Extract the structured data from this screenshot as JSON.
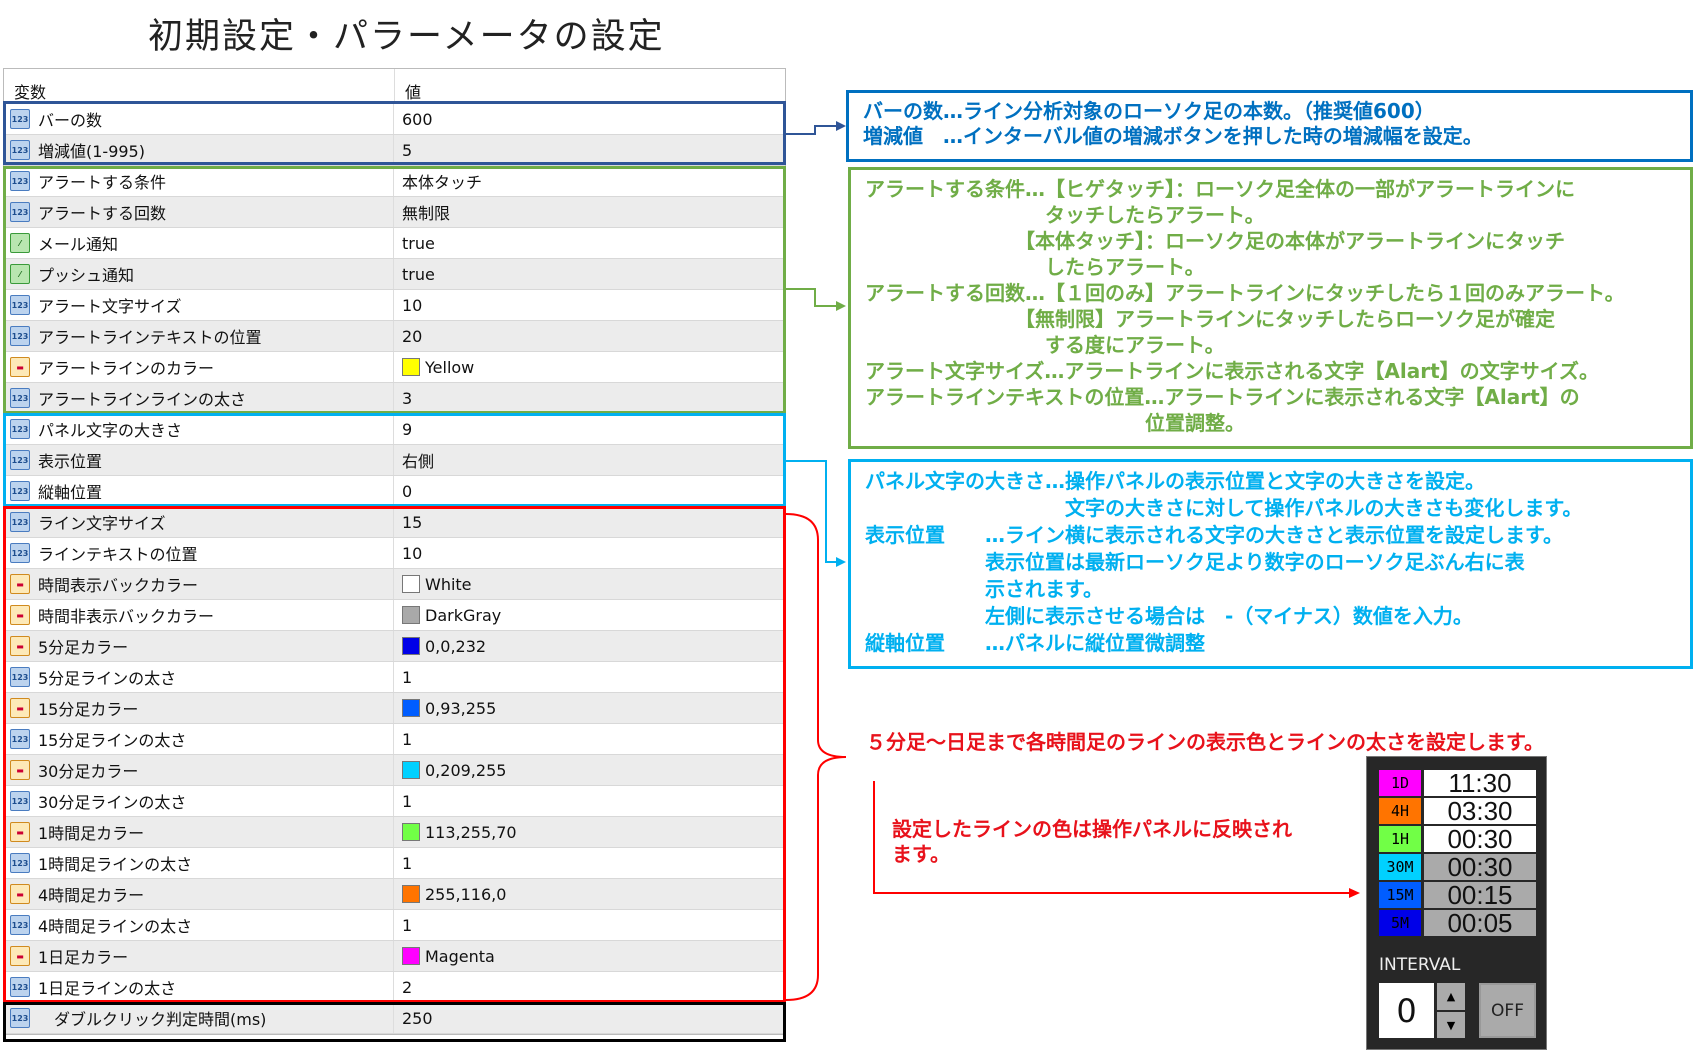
{
  "title": "初期設定・パラーメータの設定",
  "table": {
    "headers": [
      "変数",
      "値"
    ],
    "rows": [
      {
        "icon": "num",
        "name": "バーの数",
        "value": "600"
      },
      {
        "icon": "num",
        "name": "増減値(1-995)",
        "value": "5"
      },
      {
        "icon": "num",
        "name": "アラートする条件",
        "value": "本体タッチ"
      },
      {
        "icon": "num",
        "name": "アラートする回数",
        "value": "無制限"
      },
      {
        "icon": "bool",
        "name": "メール通知",
        "value": "true"
      },
      {
        "icon": "bool",
        "name": "プッシュ通知",
        "value": "true"
      },
      {
        "icon": "num",
        "name": "アラート文字サイズ",
        "value": "10"
      },
      {
        "icon": "num",
        "name": "アラートラインテキストの位置",
        "value": "20"
      },
      {
        "icon": "color",
        "name": "アラートラインのカラー",
        "value": "Yellow",
        "swatch": "#ffff00"
      },
      {
        "icon": "num",
        "name": "アラートラインラインの太さ",
        "value": "3"
      },
      {
        "icon": "num",
        "name": "パネル文字の大きさ",
        "value": "9"
      },
      {
        "icon": "num",
        "name": "表示位置",
        "value": "右側"
      },
      {
        "icon": "num",
        "name": "縦軸位置",
        "value": "0"
      },
      {
        "icon": "num",
        "name": "ライン文字サイズ",
        "value": "15"
      },
      {
        "icon": "num",
        "name": "ラインテキストの位置",
        "value": "10"
      },
      {
        "icon": "color",
        "name": "時間表示バックカラー",
        "value": "White",
        "swatch": "#ffffff"
      },
      {
        "icon": "color",
        "name": "時間非表示バックカラー",
        "value": "DarkGray",
        "swatch": "#a9a9a9"
      },
      {
        "icon": "color",
        "name": "5分足カラー",
        "value": "0,0,232",
        "swatch": "#0000e8"
      },
      {
        "icon": "num",
        "name": "5分足ラインの太さ",
        "value": "1"
      },
      {
        "icon": "color",
        "name": "15分足カラー",
        "value": "0,93,255",
        "swatch": "#005dff"
      },
      {
        "icon": "num",
        "name": "15分足ラインの太さ",
        "value": "1"
      },
      {
        "icon": "color",
        "name": "30分足カラー",
        "value": "0,209,255",
        "swatch": "#00d1ff"
      },
      {
        "icon": "num",
        "name": "30分足ラインの太さ",
        "value": "1"
      },
      {
        "icon": "color",
        "name": "1時間足カラー",
        "value": "113,255,70",
        "swatch": "#71ff46"
      },
      {
        "icon": "num",
        "name": "1時間足ラインの太さ",
        "value": "1"
      },
      {
        "icon": "color",
        "name": "4時間足カラー",
        "value": "255,116,0",
        "swatch": "#ff7400"
      },
      {
        "icon": "num",
        "name": "4時間足ラインの太さ",
        "value": "1"
      },
      {
        "icon": "color",
        "name": "1日足カラー",
        "value": "Magenta",
        "swatch": "#ff00ff"
      },
      {
        "icon": "num",
        "name": "1日足ラインの太さ",
        "value": "2"
      },
      {
        "icon": "num",
        "name": "ダブルクリック判定時間(ms)",
        "value": "250"
      }
    ]
  },
  "notes": {
    "bars": "バーの数…ライン分析対象のローソク足の本数。（推奨値600）\n増減値　…インターバル値の増減ボタンを押した時の増減幅を設定。",
    "alert": "アラートする条件…【ヒゲタッチ】：ローソク足全体の一部がアラートラインに\n　　　　　　　　　タッチしたらアラート。\n　　　　　　　　【本体タッチ】：ローソク足の本体がアラートラインにタッチ\n　　　　　　　　　したらアラート。\nアラートする回数…【１回のみ】アラートラインにタッチしたら１回のみアラート。\n　　　　　　　　【無制限】アラートラインにタッチしたらローソク足が確定\n　　　　　　　　　する度にアラート。\nアラート文字サイズ…アラートラインに表示される文字【Alart】の文字サイズ。\nアラートラインテキストの位置…アラートラインに表示される文字【Alart】の\n　　　　　　　　　　　　　　位置調整。",
    "panel": "パネル文字の大きさ…操作パネルの表示位置と文字の大きさを設定。\n　　　　　　　　　　文字の大きさに対して操作パネルの大きさも変化します。\n表示位置　　…ライン横に表示される文字の大きさと表示位置を設定します。\n　　　　　　表示位置は最新ローソク足より数字のローソク足ぶん右に表\n　　　　　　示されます。\n　　　　　　左側に表示させる場合は　-（マイナス）数値を入力。\n縦軸位置　　…パネルに縦位置微調整",
    "lines": "５分足～日足まで各時間足のラインの表示色とラインの太さを設定します。",
    "reflect": "設定したラインの色は操作パネルに反映され\nます。"
  },
  "colors": {
    "blue_group": "#2f5597",
    "green_group": "#70ad47",
    "cyan_group": "#00b0f0",
    "red_group": "#ff0000",
    "blue_text": "#0070c0",
    "green_text": "#70ad47",
    "cyan_text": "#00b0f0"
  },
  "panel": {
    "rows": [
      {
        "label": "1D",
        "time": "11:30",
        "color": "#ff00ff",
        "active": true
      },
      {
        "label": "4H",
        "time": "03:30",
        "color": "#ff7400",
        "active": true
      },
      {
        "label": "1H",
        "time": "00:30",
        "color": "#71ff46",
        "active": true
      },
      {
        "label": "30M",
        "time": "00:30",
        "color": "#00d1ff",
        "active": false
      },
      {
        "label": "15M",
        "time": "00:15",
        "color": "#005dff",
        "active": false
      },
      {
        "label": "5M",
        "time": "00:05",
        "color": "#0000e8",
        "active": false
      }
    ],
    "interval_label": "INTERVAL",
    "interval_value": "0",
    "up": "▲",
    "down": "▼",
    "off_label": "OFF"
  }
}
